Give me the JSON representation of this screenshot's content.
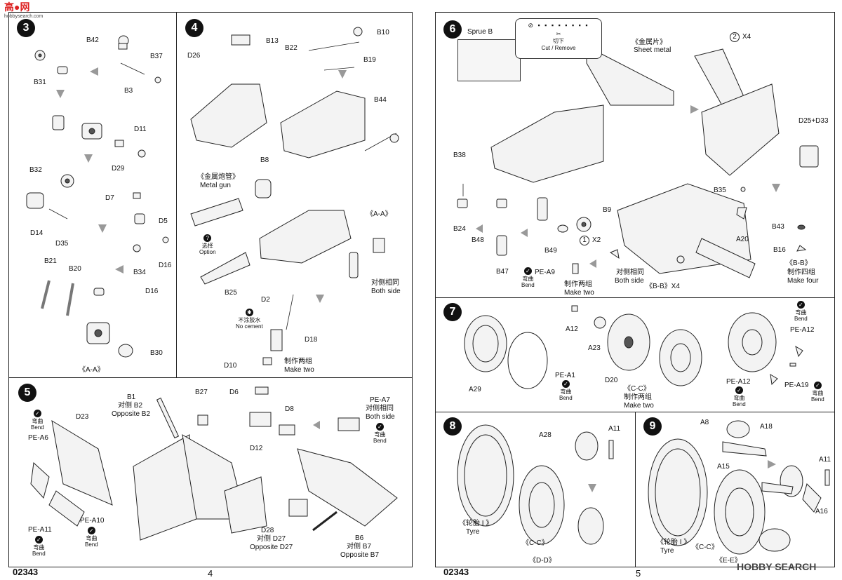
{
  "logo": {
    "text": "高●网",
    "sub": "hobbysearch.com"
  },
  "watermark": "HOBBY SEARCH",
  "footer": {
    "left_code": "02343",
    "left_page": "4",
    "right_code": "02343",
    "right_page": "5"
  },
  "step3": {
    "number": "3",
    "labels": [
      "B42",
      "B37",
      "B31",
      "B3",
      "D11",
      "D29",
      "B32",
      "D7",
      "D5",
      "D14",
      "D35",
      "B34",
      "D16",
      "B21",
      "B20",
      "D16",
      "B30"
    ],
    "view": "《A-A》"
  },
  "step4": {
    "number": "4",
    "labels": {
      "b10": "B10",
      "b13": "B13",
      "b22": "B22",
      "d26": "D26",
      "b19": "B19",
      "b44": "B44",
      "b8": "B8",
      "b25": "B25",
      "d2": "D2",
      "d18": "D18",
      "d10": "D10"
    },
    "metal_gun_cn": "《金属炮管》",
    "metal_gun": "Metal gun",
    "option_cn": "选择",
    "option": "Option",
    "aa": "《A-A》",
    "both_side_cn": "对侧相同",
    "both_side": "Both side",
    "no_cement_cn": "不涂胶水",
    "no_cement": "No cement",
    "make_two_cn": "制作两组",
    "make_two": "Make two"
  },
  "step5": {
    "number": "5",
    "labels": {
      "b1": "B1",
      "opp_b2_cn": "对侧 B2",
      "opp_b2": "Opposite B2",
      "b27": "B27",
      "d6": "D6",
      "d8": "D8",
      "pea7": "PE-A7",
      "both_cn": "对侧相同",
      "both": "Both side",
      "d23": "D23",
      "pea6": "PE-A6",
      "d12": "D12",
      "d28": "D28",
      "opp_d27_cn": "对侧 D27",
      "opp_d27": "Opposite D27",
      "b6": "B6",
      "opp_b7_cn": "对侧 B7",
      "opp_b7": "Opposite B7",
      "pea11": "PE-A11",
      "pea10": "PE-A10"
    },
    "bend_cn": "弯曲",
    "bend": "Bend"
  },
  "step6": {
    "number": "6",
    "sprue": "Sprue B",
    "cut_cn": "切下",
    "cut": "Cut / Remove",
    "num_2": "2",
    "x4": "X4",
    "num_1": "1",
    "x2": "X2",
    "sheet_metal_cn": "《金属片》",
    "sheet_metal": "Sheet metal",
    "labels": {
      "b38": "B38",
      "d25d33": "D25+D33",
      "b24": "B24",
      "b9": "B9",
      "b35": "B35",
      "b48": "B48",
      "a20": "A20",
      "b49": "B49",
      "b43": "B43",
      "b47": "B47",
      "pea9": "PE-A9",
      "b16": "B16"
    },
    "bend_cn": "弯曲",
    "bend": "Bend",
    "both_cn": "对侧相同",
    "both": "Both side",
    "make_two_cn": "制作两组",
    "make_two": "Make two",
    "bb_x4": "《B-B》X4",
    "bb": "《B-B》",
    "make_four_cn": "制作四组",
    "make_four": "Make four"
  },
  "step7": {
    "number": "7",
    "labels": {
      "a12": "A12",
      "a23": "A23",
      "pea12": "PE-A12",
      "a29": "A29",
      "pea1": "PE-A1",
      "d20": "D20",
      "pea12b": "PE-A12",
      "pea19": "PE-A19"
    },
    "cc": "《C-C》",
    "make_two_cn": "制作两组",
    "make_two": "Make two",
    "bend_cn": "弯曲",
    "bend": "Bend"
  },
  "step8": {
    "number": "8",
    "labels": {
      "a28": "A28",
      "a11": "A11"
    },
    "tyre_cn": "《轮胎 I 》",
    "tyre": "Tyre",
    "cc": "《C-C》",
    "dd": "《D-D》"
  },
  "step9": {
    "number": "9",
    "labels": {
      "a8": "A8",
      "a18": "A18",
      "a15": "A15",
      "a11": "A11",
      "a16": "A16"
    },
    "tyre_cn": "《轮胎 I 》",
    "tyre": "Tyre",
    "cc": "《C-C》",
    "ee": "《E-E》"
  }
}
